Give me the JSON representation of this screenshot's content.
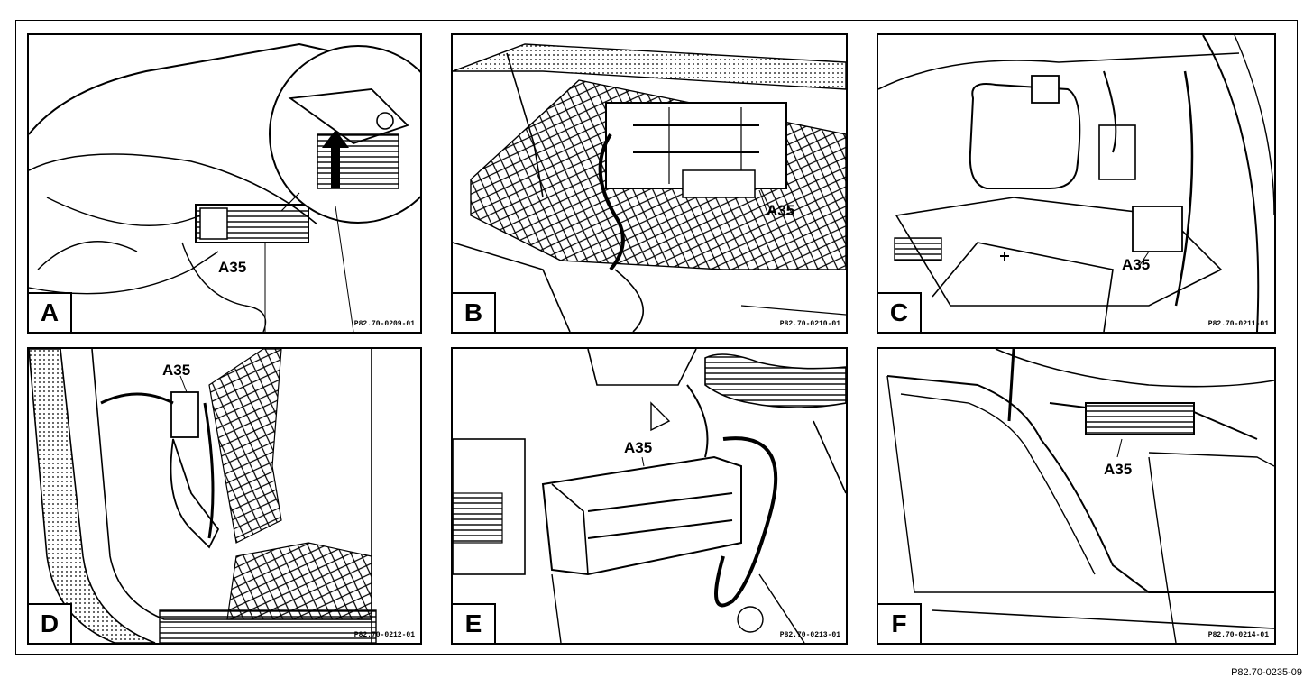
{
  "component_label": "A35",
  "figure_number": "P82.70-0235-09",
  "panels": [
    {
      "letter": "A",
      "code": "P82.70-0209-01",
      "label": "A35"
    },
    {
      "letter": "B",
      "code": "P82.70-0210-01",
      "label": "A35"
    },
    {
      "letter": "C",
      "code": "P82.70-0211-01",
      "label": "A35"
    },
    {
      "letter": "D",
      "code": "P82.70-0212-01",
      "label": "A35"
    },
    {
      "letter": "E",
      "code": "P82.70-0213-01",
      "label": "A35"
    },
    {
      "letter": "F",
      "code": "P82.70-0214-01",
      "label": "A35"
    }
  ]
}
